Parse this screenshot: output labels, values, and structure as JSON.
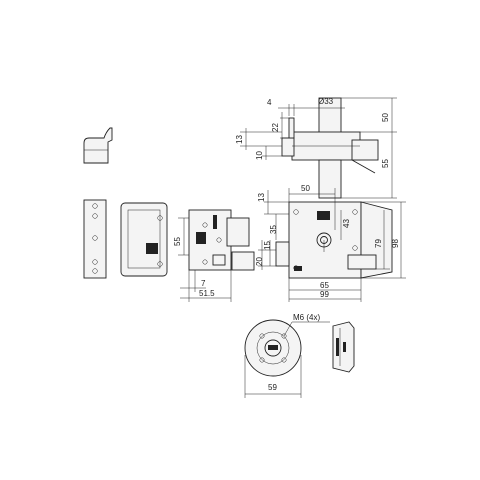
{
  "top_view": {
    "dims": {
      "d4": "4",
      "dia33": "Ø33",
      "d50": "50",
      "d22": "22",
      "d13": "13",
      "d10": "10",
      "d55": "55"
    }
  },
  "front_view": {
    "dims": {
      "d55": "55",
      "d7": "7",
      "d51_5": "51.5"
    }
  },
  "side_view": {
    "dims": {
      "d50": "50",
      "d13": "13",
      "d35": "35",
      "d43": "43",
      "d79": "79",
      "d98": "98",
      "d20": "20",
      "d15": "15",
      "d65": "65",
      "d99": "99"
    }
  },
  "cylinder_view": {
    "dims": {
      "m6": "M6 (4x)",
      "d59": "59"
    }
  }
}
